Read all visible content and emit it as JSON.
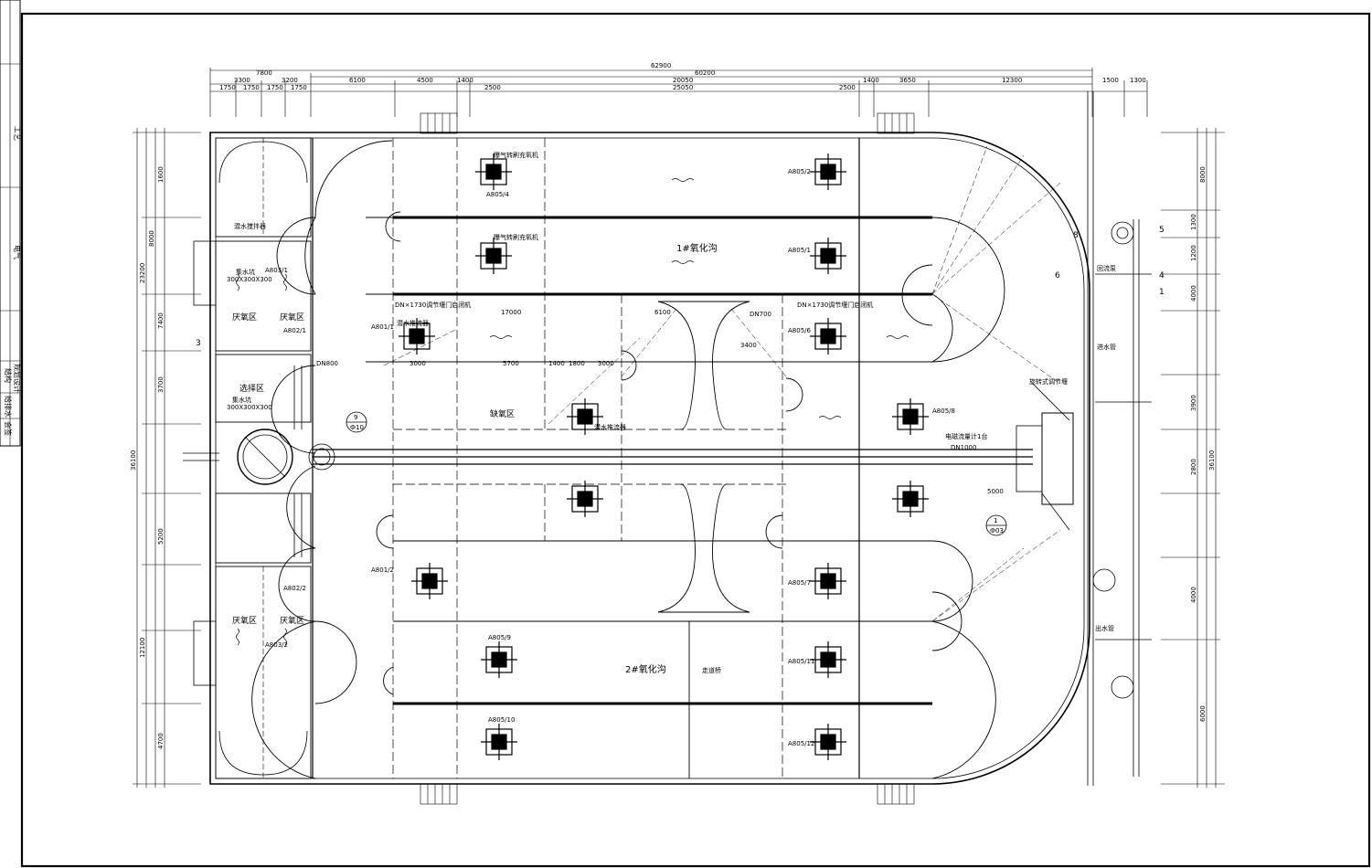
{
  "title_block": {
    "cells": [
      "工艺",
      "电气",
      "规划设计",
      "结构",
      "给排水",
      "会签"
    ]
  },
  "ditches": {
    "ditch1": "1#氧化沟",
    "ditch2": "2#氧化沟"
  },
  "zones": {
    "anaerobic": "厌氧区",
    "anoxic": "缺氧区",
    "selector": "选择区",
    "water_collection_tank": "集水坑",
    "tank_size": "300X300X300",
    "walkway_bridge": "走道桥"
  },
  "equipment_labels": {
    "aerator_1": "曝气转刷充氧机",
    "aerator_2": "曝气转刷充氧机",
    "mixer": "潜水推流器",
    "mixer_2": "潜水推流器",
    "submersible": "潜水搅拌器",
    "weir_gate_left": "DN×1730调节堰门启闭机",
    "weir_gate_right": "DN×1730调节堰门启闭机",
    "rotary_weir": "旋转式调节堰",
    "reflux_pump": "回流泵",
    "flow_meter": "电磁流量计1台",
    "pipe_dn_a": "DN800",
    "pipe_dn_b": "DN1000",
    "pipe_dn_c": "DN700",
    "inlet_pipe": "进水管",
    "outlet_pipe": "出水管"
  },
  "section_marks": {
    "mark_a": "3",
    "mark_b": "4",
    "mark_c": "5",
    "mark_d": "6",
    "mark_e": "1",
    "mark_f": "8",
    "circle_1_top": "9",
    "circle_1_bottom": "Ф10",
    "circle_2_top": "1",
    "circle_2_bottom": "Ф03"
  },
  "device_tags": {
    "d1": "A805/2",
    "d2": "A805/4",
    "d3": "A805/1",
    "d4": "A805/6",
    "d5": "A805/7",
    "d6": "A805/8",
    "d7": "A805/9",
    "d8": "A805/10",
    "d9": "A805/11",
    "d10": "A805/12",
    "d11": "A801/1",
    "d12": "A801/2",
    "d13": "A802/1",
    "d14": "A802/2",
    "d15": "A803/1",
    "d16": "A803/2"
  },
  "top_dims": {
    "overall": "62900",
    "inner": "60200",
    "s1": "7800",
    "s2": "3300",
    "s3": "3200",
    "s4": "6100",
    "s5": "4500",
    "s6": "1400",
    "s7": "2500",
    "s8": "20050",
    "s9": "25050",
    "s10": "2500",
    "s11": "1400",
    "s12": "3650",
    "s13": "12300",
    "s14": "1500",
    "s15": "1300",
    "s16": "1750",
    "s17": "1750",
    "s18": "1750",
    "s19": "1750"
  },
  "left_dims": {
    "overall": "36100",
    "a": "23200",
    "b": "12100",
    "c": "8000",
    "d": "1600",
    "e": "7400",
    "f": "3700",
    "g": "5200",
    "h": "4700"
  },
  "right_dims": {
    "overall": "36100",
    "a": "8000",
    "b": "1300",
    "c": "1200",
    "d": "4000",
    "e": "3900",
    "f": "2800",
    "g": "4000",
    "h": "6000"
  },
  "inner_dims": {
    "d1": "17000",
    "d2": "3000",
    "d3": "5700",
    "d4": "1800",
    "d5": "3000",
    "d6": "1400",
    "d7": "3400",
    "d8": "6100",
    "d9": "5000"
  }
}
